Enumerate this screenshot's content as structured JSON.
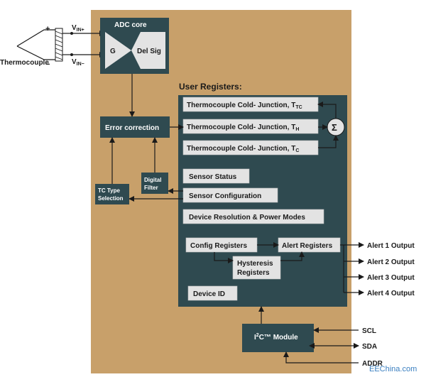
{
  "input": {
    "thermocouple_label": "Thermocouple",
    "plus_sign": "+",
    "minus_sign": "−",
    "vin_plus": {
      "main": "V",
      "sub": "IN+"
    },
    "vin_minus": {
      "main": "V",
      "sub": "IN−"
    }
  },
  "adc": {
    "title": "ADC core",
    "gain_label": "G",
    "delsig_label": "Del Sig"
  },
  "blocks": {
    "error_correction": "Error correction",
    "digital_filter_line1": "Digital",
    "digital_filter_line2": "Filter",
    "tc_type_line1": "TC Type",
    "tc_type_line2": "Selection",
    "i2c_prefix": "I",
    "i2c_sup": "2",
    "i2c_suffix": "C™ Module"
  },
  "user_registers": {
    "title": "User Registers:",
    "sigma": "Σ",
    "tc_cold_tc": {
      "main": "Thermocouple Cold- Junction, T",
      "sub": "TC"
    },
    "tc_cold_th": {
      "main": "Thermocouple Cold- Junction, T",
      "sub": "H"
    },
    "tc_cold_tcc": {
      "main": "Thermocouple Cold- Junction, T",
      "sub": "C"
    },
    "sensor_status": "Sensor Status",
    "sensor_configuration": "Sensor Configuration",
    "device_resolution": "Device Resolution & Power Modes",
    "config_registers": "Config Registers",
    "alert_registers": "Alert Registers",
    "hysteresis_line1": "Hysteresis",
    "hysteresis_line2": "Registers",
    "device_id": "Device ID"
  },
  "outputs": {
    "alert1": "Alert 1 Output",
    "alert2": "Alert 2 Output",
    "alert3": "Alert 3 Output",
    "alert4": "Alert 4 Output",
    "scl": "SCL",
    "sda": "SDA",
    "addr": "ADDR"
  },
  "watermark": "EEChina.com",
  "colors": {
    "chip_body": "#c8a06a",
    "dark_block": "#2f4a50",
    "register_fill": "#e3e3e3"
  }
}
